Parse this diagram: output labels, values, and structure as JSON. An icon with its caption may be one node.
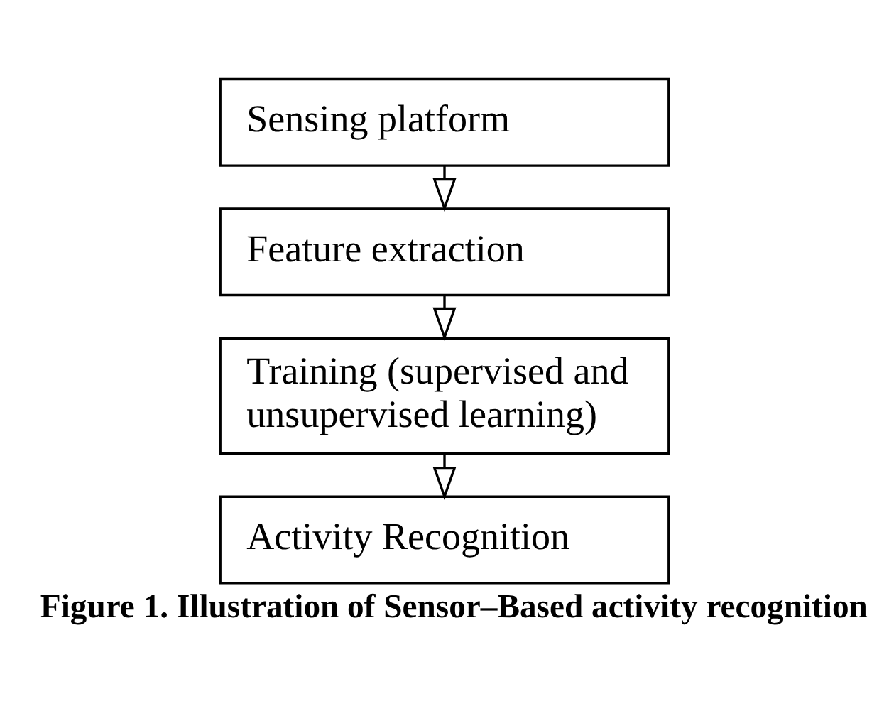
{
  "diagram": {
    "caption": "Figure 1. Illustration of Sensor–Based activity recognition",
    "nodes": [
      {
        "text": [
          "Sensing platform"
        ]
      },
      {
        "text": [
          "Feature extraction"
        ]
      },
      {
        "text": [
          "Training (supervised and unsupervised learning)"
        ]
      },
      {
        "text": [
          "Activity Recognition"
        ]
      }
    ],
    "edges": [
      {
        "from": 0,
        "to": 1,
        "arrow": "to"
      },
      {
        "from": 1,
        "to": 2,
        "arrow": "to"
      },
      {
        "from": 2,
        "to": 3,
        "arrow": "to"
      }
    ]
  }
}
